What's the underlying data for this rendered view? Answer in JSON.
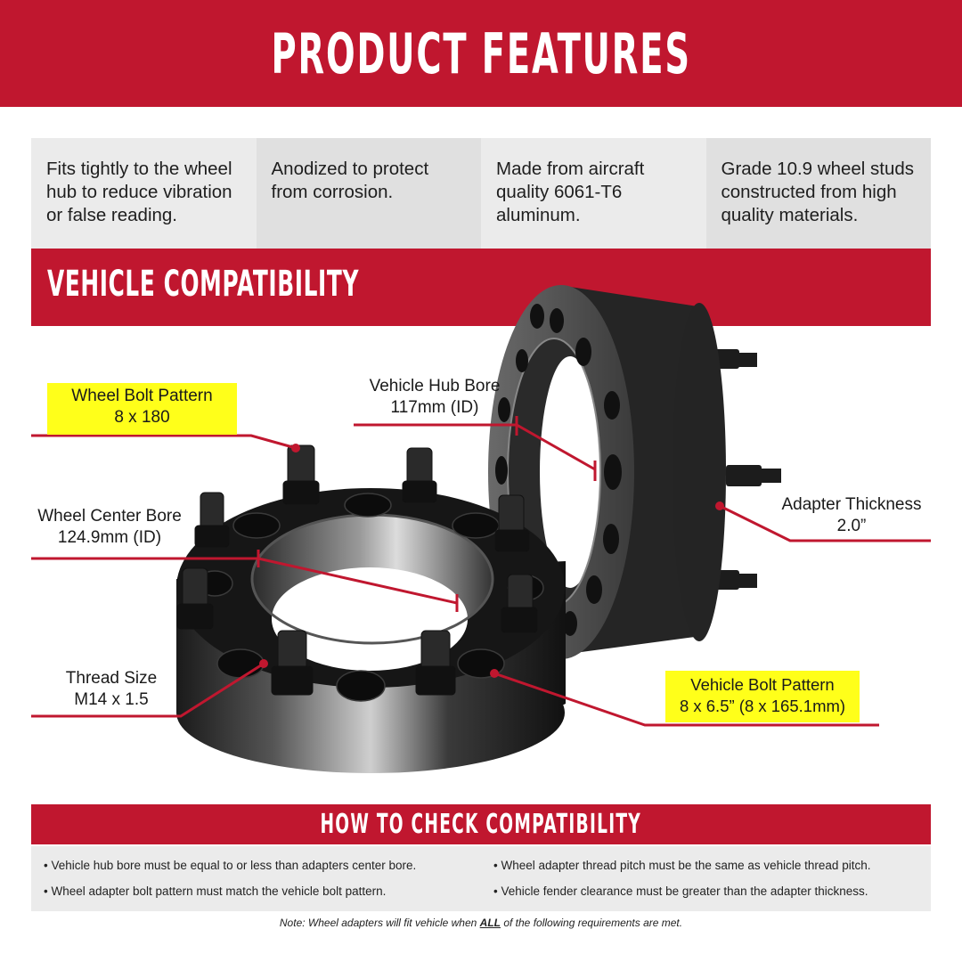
{
  "header": {
    "title": "PRODUCT FEATURES"
  },
  "features": [
    {
      "text": "Fits tightly to the wheel hub to reduce vibration or false reading."
    },
    {
      "text": "Anodized to protect from corrosion."
    },
    {
      "text": "Made from aircraft quality 6061-T6 aluminum."
    },
    {
      "text": "Grade 10.9 wheel studs constructed from high quality materials."
    }
  ],
  "compatibility": {
    "title": "VEHICLE COMPATIBILITY",
    "labels": {
      "wheel_bolt_pattern": {
        "title": "Wheel Bolt Pattern",
        "value": "8 x 180"
      },
      "vehicle_hub_bore": {
        "title": "Vehicle Hub Bore",
        "value": "117mm (ID)"
      },
      "wheel_center_bore": {
        "title": "Wheel Center Bore",
        "value": "124.9mm (ID)"
      },
      "adapter_thickness": {
        "title": "Adapter Thickness",
        "value": "2.0”"
      },
      "thread_size": {
        "title": "Thread Size",
        "value": "M14 x 1.5"
      },
      "vehicle_bolt_pattern": {
        "title": "Vehicle Bolt Pattern",
        "value": "8 x 6.5” (8 x 165.1mm)"
      }
    }
  },
  "check": {
    "title": "HOW TO CHECK COMPATIBILITY",
    "items": [
      "• Vehicle hub bore must be equal to or less than adapters center bore.",
      "• Wheel adapter bolt pattern must match the vehicle bolt pattern.",
      "• Wheel adapter thread pitch must be the same as vehicle thread pitch.",
      "• Vehicle fender clearance must be greater than the adapter thickness."
    ],
    "note_prefix": "Note: Wheel adapters will fit vehicle when ",
    "note_emphasis": "ALL",
    "note_suffix": " of the following requirements are met."
  },
  "colors": {
    "brand_red": "#c0172f",
    "highlight_yellow": "#ffff1a",
    "panel_light": "#ebebeb",
    "panel_dark": "#e0e0e0"
  }
}
